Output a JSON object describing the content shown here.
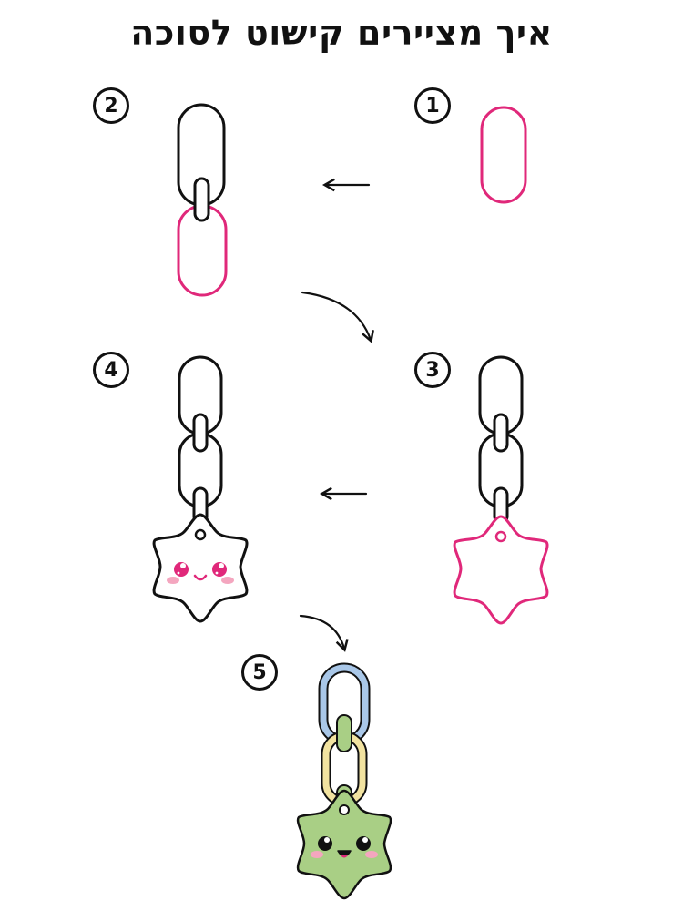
{
  "title": "איך מציירים קישוט לסוכה",
  "steps": [
    {
      "number": "1"
    },
    {
      "number": "2"
    },
    {
      "number": "3"
    },
    {
      "number": "4"
    },
    {
      "number": "5"
    }
  ],
  "colors": {
    "outline": "#111111",
    "highlight": "#e0287a",
    "link_blue": "#a9c7e8",
    "link_yellow": "#f2e3a0",
    "star_green": "#a9cf85",
    "blush": "#f4a6bf",
    "eye_pink": "#e0287a"
  },
  "icons": {
    "arrow": "arrow-left-icon",
    "curved_arrow": "curved-arrow-icon"
  }
}
